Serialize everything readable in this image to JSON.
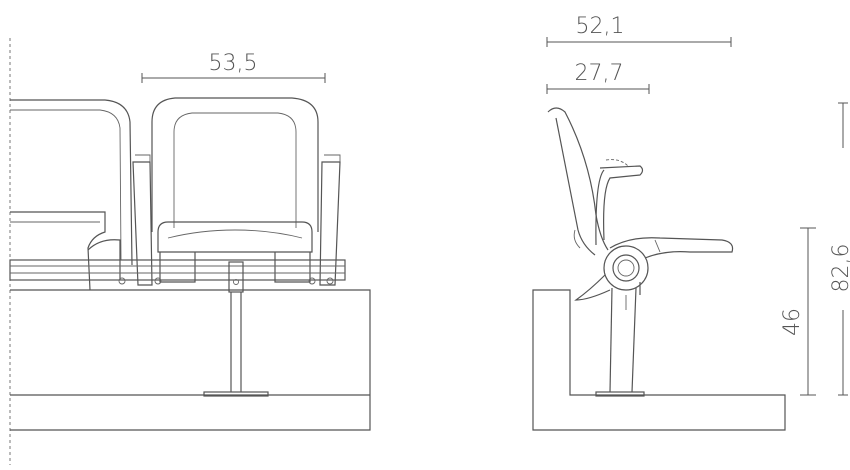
{
  "dimensions": {
    "front_seat_width": "53,5",
    "side_depth_total": "52,1",
    "side_depth_seat": "27,7",
    "seat_height": "46",
    "total_height": "82,6"
  },
  "colors": {
    "line": "#555555",
    "background": "#ffffff"
  }
}
